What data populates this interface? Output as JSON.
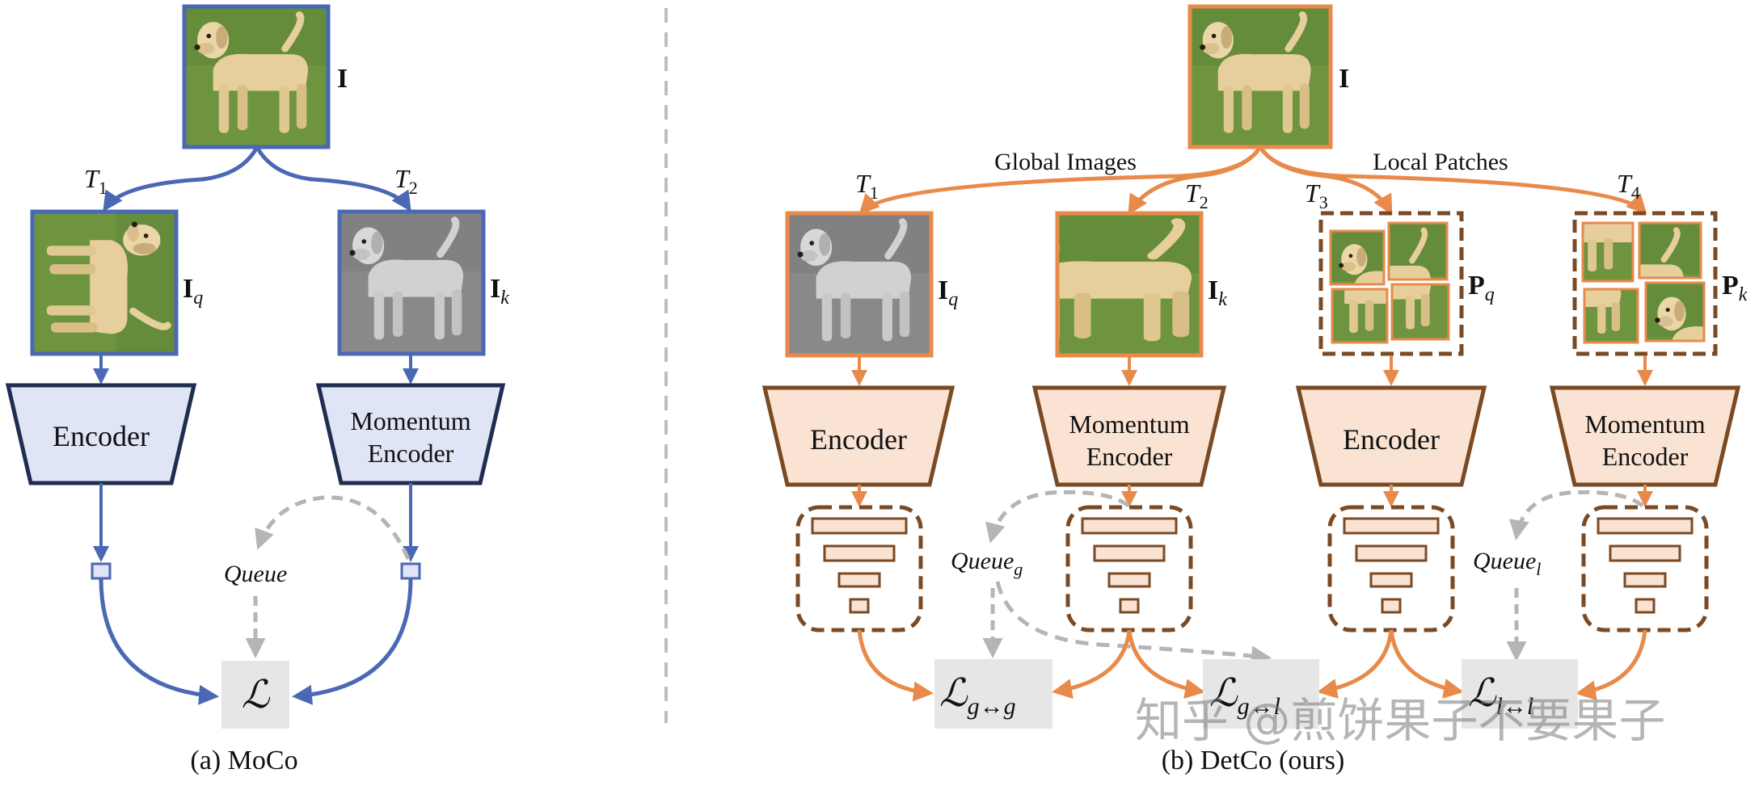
{
  "moco": {
    "input_label": "I",
    "t1": "T",
    "t1_sub": "1",
    "t2": "T",
    "t2_sub": "2",
    "iq": "I",
    "iq_sub": "q",
    "ik": "I",
    "ik_sub": "k",
    "encoder": "Encoder",
    "momentum_line1": "Momentum",
    "momentum_line2": "Encoder",
    "queue": "Queue",
    "loss": "ℒ",
    "caption": "(a) MoCo"
  },
  "detco": {
    "input_label": "I",
    "global_images": "Global Images",
    "local_patches": "Local Patches",
    "t1": "T",
    "t1_sub": "1",
    "t2": "T",
    "t2_sub": "2",
    "t3": "T",
    "t3_sub": "3",
    "t4": "T",
    "t4_sub": "4",
    "iq": "I",
    "iq_sub": "q",
    "ik": "I",
    "ik_sub": "k",
    "pq": "P",
    "pq_sub": "q",
    "pk": "P",
    "pk_sub": "k",
    "encoder": "Encoder",
    "momentum_line1": "Momentum",
    "momentum_line2": "Encoder",
    "queue_g": "Queue",
    "queue_g_sub": "g",
    "queue_l": "Queue",
    "queue_l_sub": "l",
    "loss_gg": "ℒ",
    "loss_gg_sub": "g↔g",
    "loss_gl": "ℒ",
    "loss_gl_sub": "g↔l",
    "loss_ll": "ℒ",
    "loss_ll_sub": "l↔l",
    "caption": "(b) DetCo (ours)"
  },
  "watermark": "知乎 @煎饼果子不要果子",
  "colors": {
    "moco_blue": "#4a68b3",
    "moco_fill": "#dfe5f4",
    "moco_dark": "#1f2d50",
    "detco_orange": "#e88a4a",
    "detco_brown": "#7a4a24",
    "detco_fill": "#fae3d3",
    "queue_gray": "#b5b5b5",
    "loss_bg": "#e6e6e6"
  }
}
